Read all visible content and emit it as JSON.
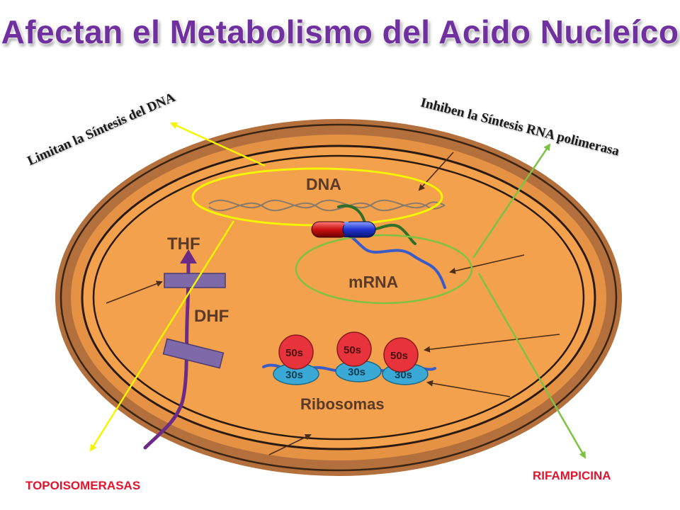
{
  "slide": {
    "title": "Afectan el Metabolismo del Acido Nucleíco"
  },
  "annotations": {
    "dna_synthesis": "Limitan la Síntesis del DNA",
    "rna_synthesis": "Inhiben la Síntesis RNA polimerasa"
  },
  "drugs": {
    "left": "TOPOISOMERASAS",
    "right": "RIFAMPICINA"
  },
  "cell_labels": {
    "dna": "DNA",
    "mrna": "mRNA",
    "thf": "THF",
    "dhf": "DHF",
    "ribosomes": "Ribosomas",
    "subunit_large": "50s",
    "subunit_small": "30s"
  },
  "colors": {
    "title": "#7030a0",
    "drug_label": "#e0142c",
    "dna_pointer": "#f5f500",
    "rna_pointer": "#7dc242",
    "cell_wall": "#b4703c",
    "cytoplasm": "#f3a14c"
  }
}
